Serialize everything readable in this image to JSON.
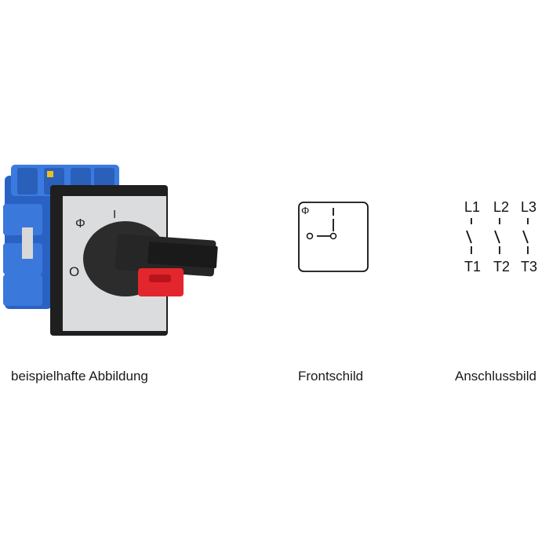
{
  "captions": {
    "product": "beispielhafte Abbildung",
    "front": "Frontschild",
    "wiring": "Anschlussbild"
  },
  "front_plate": {
    "symbol_off": "Φ",
    "symbol_on": "I",
    "symbol_zero": "O"
  },
  "front_shield": {
    "symbol_off": "Φ",
    "symbol_on": "I"
  },
  "wiring": {
    "top_labels": [
      "L1",
      "L2",
      "L3"
    ],
    "bottom_labels": [
      "T1",
      "T2",
      "T3"
    ]
  },
  "colors": {
    "housing_blue": "#2f6fd6",
    "plate_silver": "#d9dcde",
    "knob_black": "#2b2b2b",
    "handle_red": "#e0232a"
  }
}
